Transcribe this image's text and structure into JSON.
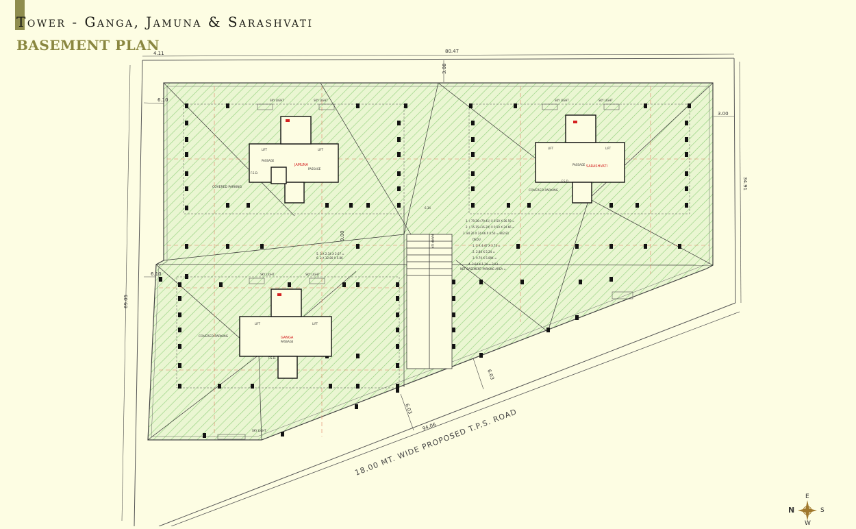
{
  "header": {
    "title": "Tower - Ganga, Jamuna & Sarashvati",
    "subtitle": "BASEMENT PLAN"
  },
  "dimensions": {
    "top_left_offset": "4.11",
    "top_width": "80.47",
    "top_setback": "3.08",
    "right_setback": "3.00",
    "right_height": "34.91",
    "left_height": "69.05",
    "left_setback_upper": "6.10",
    "left_setback_lower": "6.10",
    "bottom_width": "94.06",
    "bottom_setback_1": "6.03",
    "bottom_setback_2": "6.03",
    "ramp_width": "6.34",
    "mid_dim": "9.00"
  },
  "labels": {
    "covered_parking": "COVERED PARKING",
    "sky_light": "SKY LIGHT",
    "ramp": "RAMP UP",
    "lift": "LIFT",
    "passage": "PASSAGE",
    "fsd": "F.S.D."
  },
  "towers": {
    "jamuna": "JAMUNA",
    "sarashvati": "SARASHVATI",
    "ganga": "GANGA"
  },
  "calculations": [
    "1. ( 79.26+79.41) X 0.50 X 26.59 =",
    "2. ( 15.15+16.20) X 0.50 X 24.66 =",
    "3. 84.26 X 24.66 X 0.50 = 802.81",
    "DEDU.",
    "1. 2 X 4.47 X 3.73 =",
    "2. 2.80 X 5.24 =",
    "3. 9.70 X 5.894 =",
    "4. 2.64 X 1.14 = 3.03",
    "5. 3 X 2.34 X 2.67 =",
    "6. 2 X 12.80 X 5.86",
    "NET BASEMENT PARKING AREA ="
  ],
  "road": {
    "label": "18.00 MT. WIDE PROPOSED T.P.S. ROAD"
  },
  "compass": {
    "north": "N",
    "east": "E",
    "south": "S",
    "west": "W"
  },
  "colors": {
    "background": "#fdfde3",
    "hatch": "#8fcf7a",
    "accent": "#8f8d4e",
    "grid": "#e08060"
  }
}
